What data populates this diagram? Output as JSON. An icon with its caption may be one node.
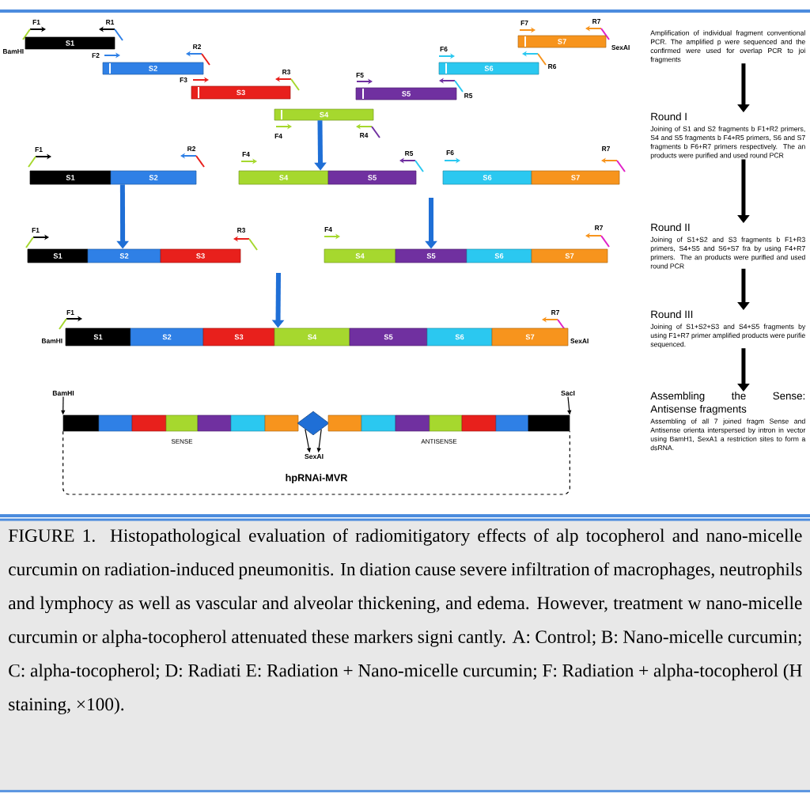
{
  "diagram": {
    "caption": "FIGURE 1. Histopathological evaluation of radiomitigatory effects of alp tocopherol and nano-micelle curcumin on radiation-induced pneumonitis. In diation cause severe infiltration of macrophages, neutrophils and lymphocy as well as vascular and alveolar thickening, and edema. However, treatment w nano-micelle curcumin or alpha-tocopherol attenuated these markers signi cantly. A: Control; B: Nano-micelle curcumin; C: alpha-tocopherol; D: Radiati E: Radiation + Nano-micelle curcumin; F: Radiation + alpha-tocopherol (H staining, ×100).",
    "nodes": [
      {
        "text": [
          "S1"
        ]
      },
      {
        "text": [
          "S2"
        ]
      },
      {
        "text": [
          "S3"
        ]
      },
      {
        "text": [
          "S4"
        ]
      },
      {
        "text": [
          "S5"
        ]
      },
      {
        "text": [
          "S6"
        ]
      },
      {
        "text": [
          "S7"
        ]
      },
      {
        "text": [
          "S1"
        ]
      },
      {
        "text": [
          "S2"
        ]
      },
      {
        "text": [
          "S4"
        ]
      },
      {
        "text": [
          "S5"
        ]
      },
      {
        "text": [
          "S6"
        ]
      },
      {
        "text": [
          "S7"
        ]
      },
      {
        "text": [
          "S1"
        ]
      },
      {
        "text": [
          "S2"
        ]
      },
      {
        "text": [
          "S3"
        ]
      },
      {
        "text": [
          "S4"
        ]
      },
      {
        "text": [
          "S5"
        ]
      },
      {
        "text": [
          "S6"
        ]
      },
      {
        "text": [
          "S7"
        ]
      },
      {
        "text": [
          "S1"
        ]
      },
      {
        "text": [
          "S2"
        ]
      },
      {
        "text": [
          "S3"
        ]
      },
      {
        "text": [
          "S4"
        ]
      },
      {
        "text": [
          "S5"
        ]
      },
      {
        "text": [
          "S6"
        ]
      },
      {
        "text": [
          "S7"
        ]
      },
      {
        "text": [
          "BamHI"
        ]
      },
      {
        "text": [
          "SacI"
        ]
      },
      {
        "text": [],
        "shape": "box"
      },
      {
        "text": [],
        "shape": "box"
      },
      {
        "text": [],
        "shape": "box"
      },
      {
        "text": [],
        "shape": "box"
      },
      {
        "text": [],
        "shape": "box"
      },
      {
        "text": [],
        "shape": "box"
      },
      {
        "text": [],
        "shape": "box"
      },
      {
        "text": [],
        "shape": "diamond"
      },
      {
        "text": [],
        "shape": "box"
      },
      {
        "text": [],
        "shape": "box"
      },
      {
        "text": [],
        "shape": "box"
      },
      {
        "text": [],
        "shape": "box"
      },
      {
        "text": [],
        "shape": "box"
      },
      {
        "text": [],
        "shape": "box"
      },
      {
        "text": [],
        "shape": "box"
      },
      {
        "text": [
          "SexAI"
        ]
      },
      {
        "text": [
          "Amplification of individual fragment conventional PCR. The amplified p were sequenced and the confirmed were used for overlap PCR to joi fragments"
        ]
      },
      {
        "text": [
          "Round I",
          "Joining of S1 and S2 fragments b F1+R2 primers, S4 and S5 fragments b F4+R5 primers, S6 and S7 fragments b F6+R7 primers respectively. The an products were purified and used round PCR"
        ]
      },
      {
        "text": [
          "Round II",
          "Joining of S1+S2 and S3 fragments b F1+R3 primers, S4+S5 and S6+S7 fra by using F4+R7 primers. The an products were purified and used round PCR"
        ]
      },
      {
        "text": [
          "Round III",
          "Joining of S1+S2+S3 and S4+S5 fragments by using F1+R7 primer amplified products were purifie sequenced."
        ]
      },
      {
        "text": [
          "Assembling the Sense: Antisense fragments",
          "Assembling of all 7 joined fragm Sense and Antisense orienta interspersed by intron in vector using BamH1, SexA1 a restriction sites to form a dsRNA."
        ]
      }
    ],
    "edges": [
      {
        "from": 3,
        "to": 9,
        "arrow": "to",
        "color": "#1f6fd6"
      },
      {
        "from": 8,
        "to": 14,
        "arrow": "to",
        "color": "#1f6fd6"
      },
      {
        "from": null,
        "to": 17,
        "arrow": "to",
        "color": "#1f6fd6"
      },
      {
        "from": null,
        "to": 23,
        "arrow": "to",
        "color": "#1f6fd6"
      },
      {
        "from": 27,
        "to": 29,
        "arrow": "to"
      },
      {
        "from": 28,
        "to": 43,
        "arrow": "to"
      },
      {
        "from": 36,
        "to": 44,
        "arrow": "to"
      },
      {
        "from": 36,
        "to": 44,
        "arrow": "to"
      },
      {
        "from": 29,
        "to": 43,
        "arrow": "none",
        "style": "dashed"
      },
      {
        "from": 45,
        "to": 46,
        "arrow": "to"
      },
      {
        "from": 46,
        "to": 47,
        "arrow": "to"
      },
      {
        "from": 47,
        "to": 48,
        "arrow": "to"
      },
      {
        "from": 48,
        "to": 49,
        "arrow": "to"
      }
    ],
    "labels": [
      "F1",
      "R1",
      "F7",
      "R7",
      "BamHI",
      "F2",
      "R2",
      "F6",
      "SexAI",
      "F3",
      "R3",
      "F5",
      "R6",
      "R5",
      "F4",
      "R4",
      "F1",
      "R2",
      "F4",
      "R5",
      "F6",
      "R7",
      "F1",
      "R3",
      "F4",
      "R7",
      "F1",
      "R7",
      "BamHI",
      "SexAI",
      "SENSE",
      "ANTISENSE",
      "hpRNAi-MVR"
    ]
  }
}
